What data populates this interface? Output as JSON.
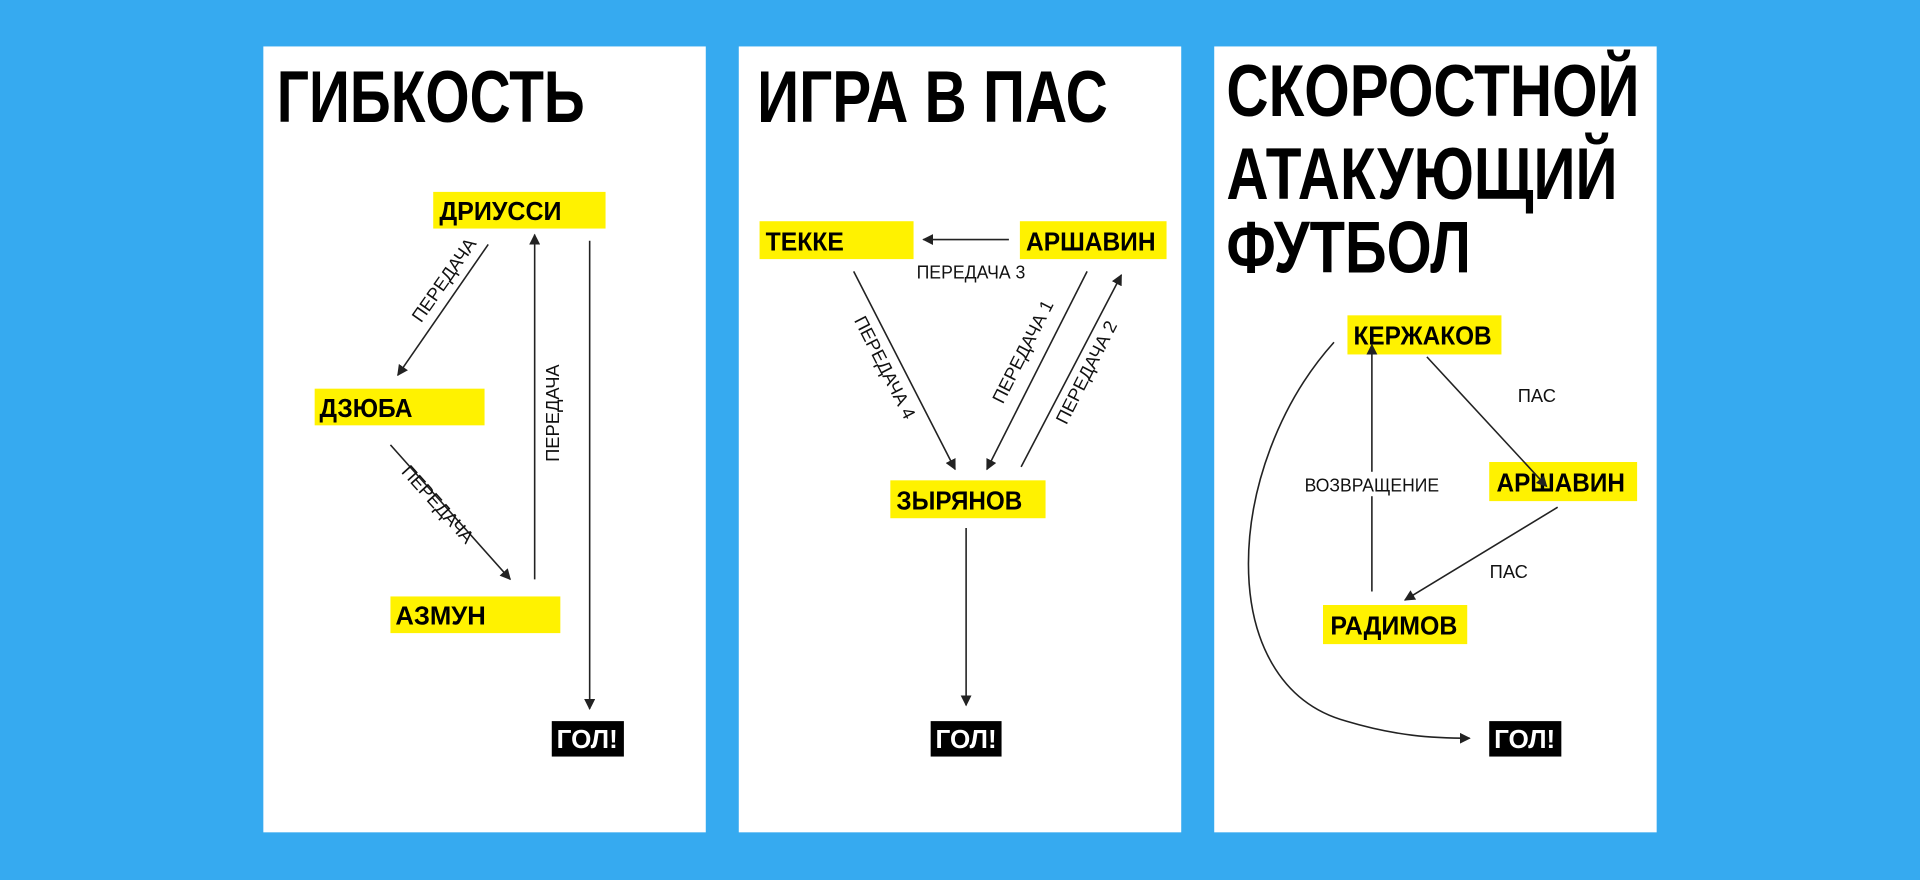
{
  "colors": {
    "background": "#36aaf0",
    "panel": "#ffffff",
    "highlight": "#fff200",
    "goal_box": "#000000"
  },
  "panels": [
    {
      "title": "ГИБКОСТЬ",
      "nodes": {
        "a": "ДРИУССИ",
        "b": "ДЗЮБА",
        "c": "АЗМУН",
        "goal": "ГОЛ!"
      },
      "edges": {
        "ab": "ПЕРЕДАЧА",
        "bc": "ПЕРЕДАЧА",
        "ca": "ПЕРЕДАЧА"
      }
    },
    {
      "title": "ИГРА В ПАС",
      "nodes": {
        "a": "ТЕККЕ",
        "b": "АРШАВИН",
        "c": "ЗЫРЯНОВ",
        "goal": "ГОЛ!"
      },
      "edges": {
        "p1": "ПЕРЕДАЧА 1",
        "p2": "ПЕРЕДАЧА 2",
        "p3": "ПЕРЕДАЧА 3",
        "p4": "ПЕРЕДАЧА 4"
      }
    },
    {
      "title_lines": [
        "СКОРОСТНОЙ",
        "АТАКУЮЩИЙ",
        "ФУТБОЛ"
      ],
      "nodes": {
        "a": "КЕРЖАКОВ",
        "b": "АРШАВИН",
        "c": "РАДИМОВ",
        "goal": "ГОЛ!"
      },
      "edges": {
        "ab": "ПАС",
        "bc": "ПАС",
        "ca": "ВОЗВРАЩЕНИЕ"
      }
    }
  ]
}
